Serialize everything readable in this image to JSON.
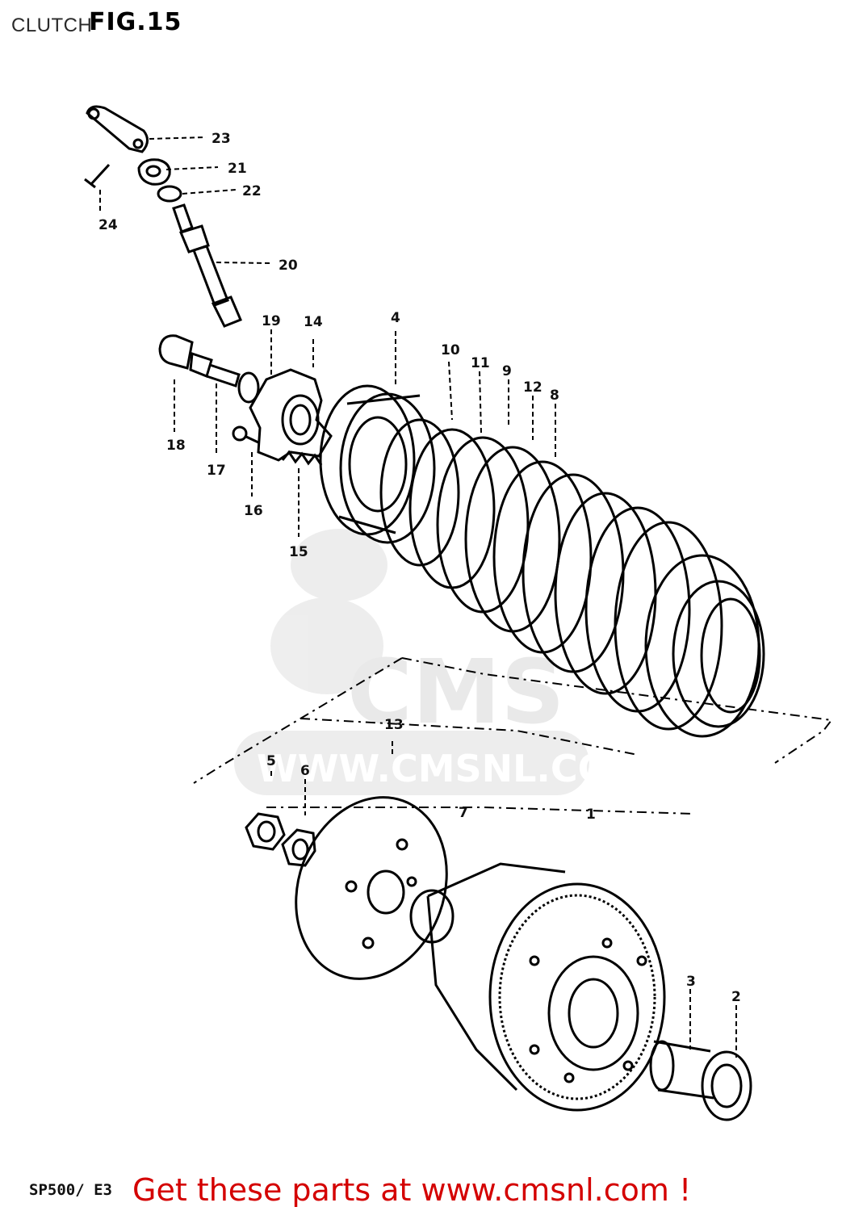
{
  "header": {
    "section_title": "CLUTCH",
    "figure_label": "FIG.15"
  },
  "watermark": {
    "logo_text": "CMS",
    "url_text": "WWW.CMSNL.COM"
  },
  "callouts": {
    "c1": "1",
    "c2": "2",
    "c3": "3",
    "c4": "4",
    "c5": "5",
    "c6": "6",
    "c7": "7",
    "c8": "8",
    "c9": "9",
    "c10": "10",
    "c11": "11",
    "c12": "12",
    "c13": "13",
    "c14": "14",
    "c15": "15",
    "c16": "16",
    "c17": "17",
    "c18": "18",
    "c19": "19",
    "c20": "20",
    "c21": "21",
    "c22": "22",
    "c23": "23",
    "c24": "24"
  },
  "footer": {
    "model_code": "SP500/ E3",
    "cta_link": "Get these parts at www.cmsnl.com !"
  }
}
